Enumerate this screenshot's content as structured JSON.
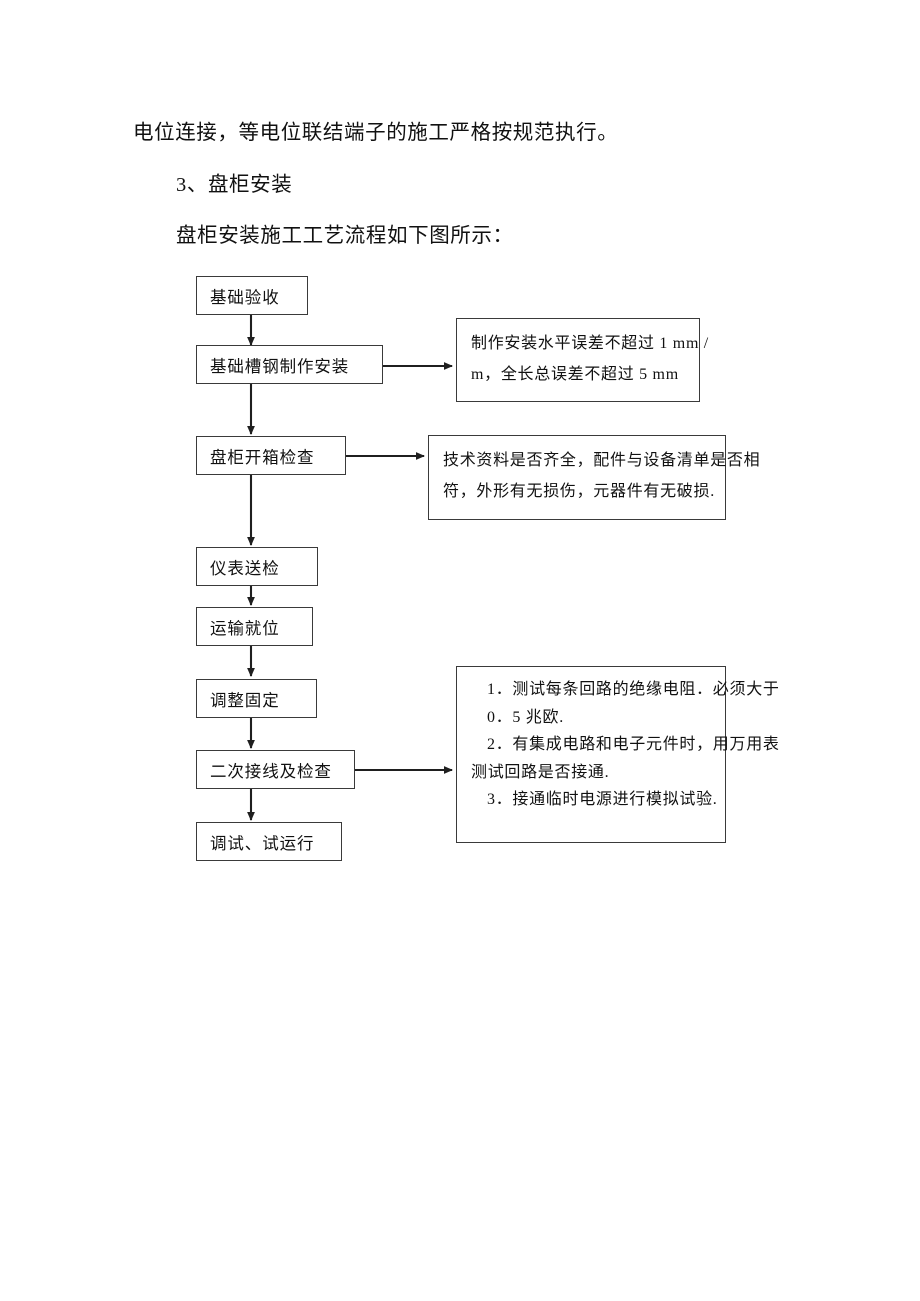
{
  "document": {
    "paragraphs": [
      {
        "id": "para-continuation",
        "text": "电位连接，等电位联结端子的施工严格按规范执行。"
      },
      {
        "id": "para-heading",
        "text": "3、盘柜安装"
      },
      {
        "id": "para-intro",
        "text": "盘柜安装施工工艺流程如下图所示："
      }
    ]
  },
  "flowchart": {
    "nodes": [
      {
        "id": "n1",
        "label": "基础验收"
      },
      {
        "id": "n2",
        "label": "基础槽钢制作安装"
      },
      {
        "id": "n3",
        "label": "盘柜开箱检查"
      },
      {
        "id": "n4",
        "label": "仪表送检"
      },
      {
        "id": "n5",
        "label": "运输就位"
      },
      {
        "id": "n6",
        "label": "调整固定"
      },
      {
        "id": "n7",
        "label": "二次接线及检查"
      },
      {
        "id": "n8",
        "label": "调试、试运行"
      }
    ],
    "notes": [
      {
        "id": "note1",
        "lines": [
          "制作安装水平误差不超过 1 mm /",
          "m，全长总误差不超过 5 mm"
        ]
      },
      {
        "id": "note2",
        "lines": [
          "技术资料是否齐全，配件与设备清单是否相",
          "符，外形有无损伤，元器件有无破损."
        ]
      },
      {
        "id": "note3",
        "lines": [
          "1．测试每条回路的绝缘电阻．必须大于",
          "0．5 兆欧.",
          "2．有集成电路和电子元件时，用万用表",
          "测试回路是否接通.",
          "3．接通临时电源进行模拟试验."
        ]
      }
    ]
  },
  "colors": {
    "page_background": "#ffffff",
    "text": "#111111",
    "box_border": "#3a3a3a",
    "connector": "#1f1f1f"
  }
}
